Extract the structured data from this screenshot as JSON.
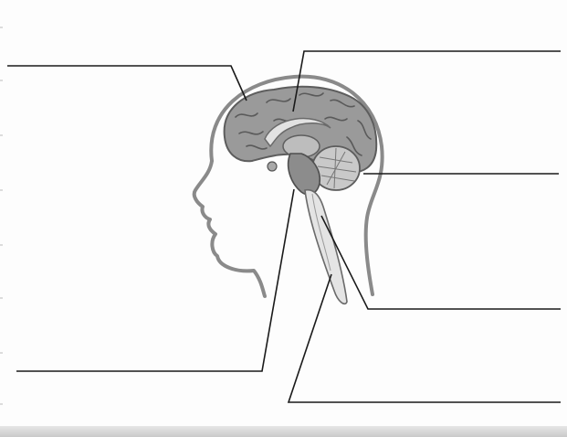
{
  "colors": {
    "background": "#fdfdfd",
    "outline": "#7a7a7a",
    "brain_fill": "#9a9a9a",
    "brain_dark": "#6f6f6f",
    "brain_light": "#d9d9d9",
    "leader_line": "#1a1a1a",
    "bottom_bar": "#d2d2d2"
  },
  "labels": [
    {
      "id": "cerebrum",
      "text": ""
    },
    {
      "id": "corpus-callosum",
      "text": ""
    },
    {
      "id": "cerebellum",
      "text": ""
    },
    {
      "id": "brainstem",
      "text": ""
    },
    {
      "id": "pons-medulla",
      "text": ""
    },
    {
      "id": "spinal-cord",
      "text": ""
    }
  ]
}
